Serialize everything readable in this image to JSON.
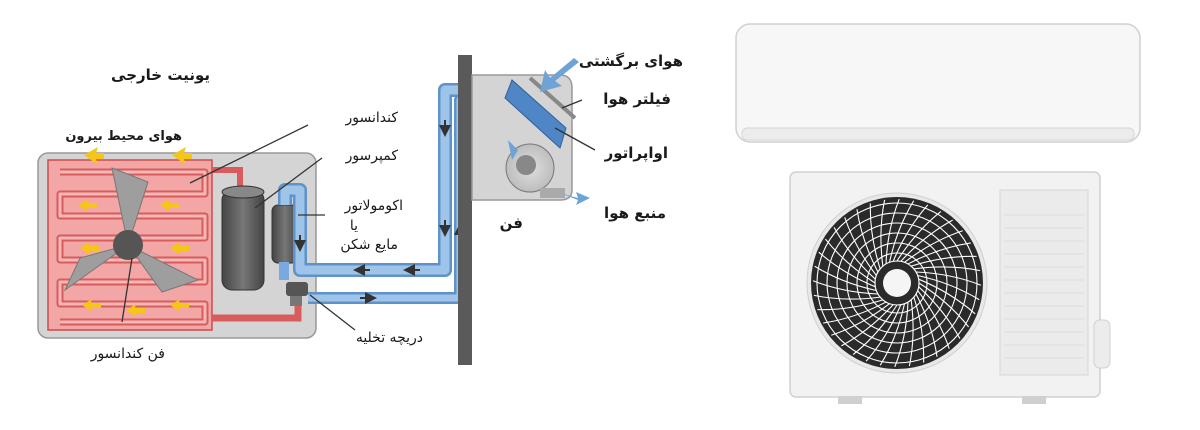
{
  "labels": {
    "outdoor_unit": "یونیت خارجی",
    "ambient_air": "هوای محیط بیرون",
    "condenser": "کندانسور",
    "compressor": "کمپرسور",
    "accumulator_1": "اکومولاتور",
    "accumulator_2": "یا",
    "accumulator_3": "مایع شکن",
    "drain_valve": "دریچه تخلیه",
    "condenser_fan": "فن کندانسور",
    "return_air": "هوای برگشتی",
    "air_filter": "فیلتر هوا",
    "evaporator": "اواپراتور",
    "air_supply": "منبع هوا",
    "fan": "فن"
  },
  "colors": {
    "hot_coil": "#e87a7a",
    "cold_pipe": "#79aadf",
    "unit_casing": "#d4d4d4",
    "wall": "#5a5a5a",
    "airflow_arrow": "#f5c518"
  }
}
